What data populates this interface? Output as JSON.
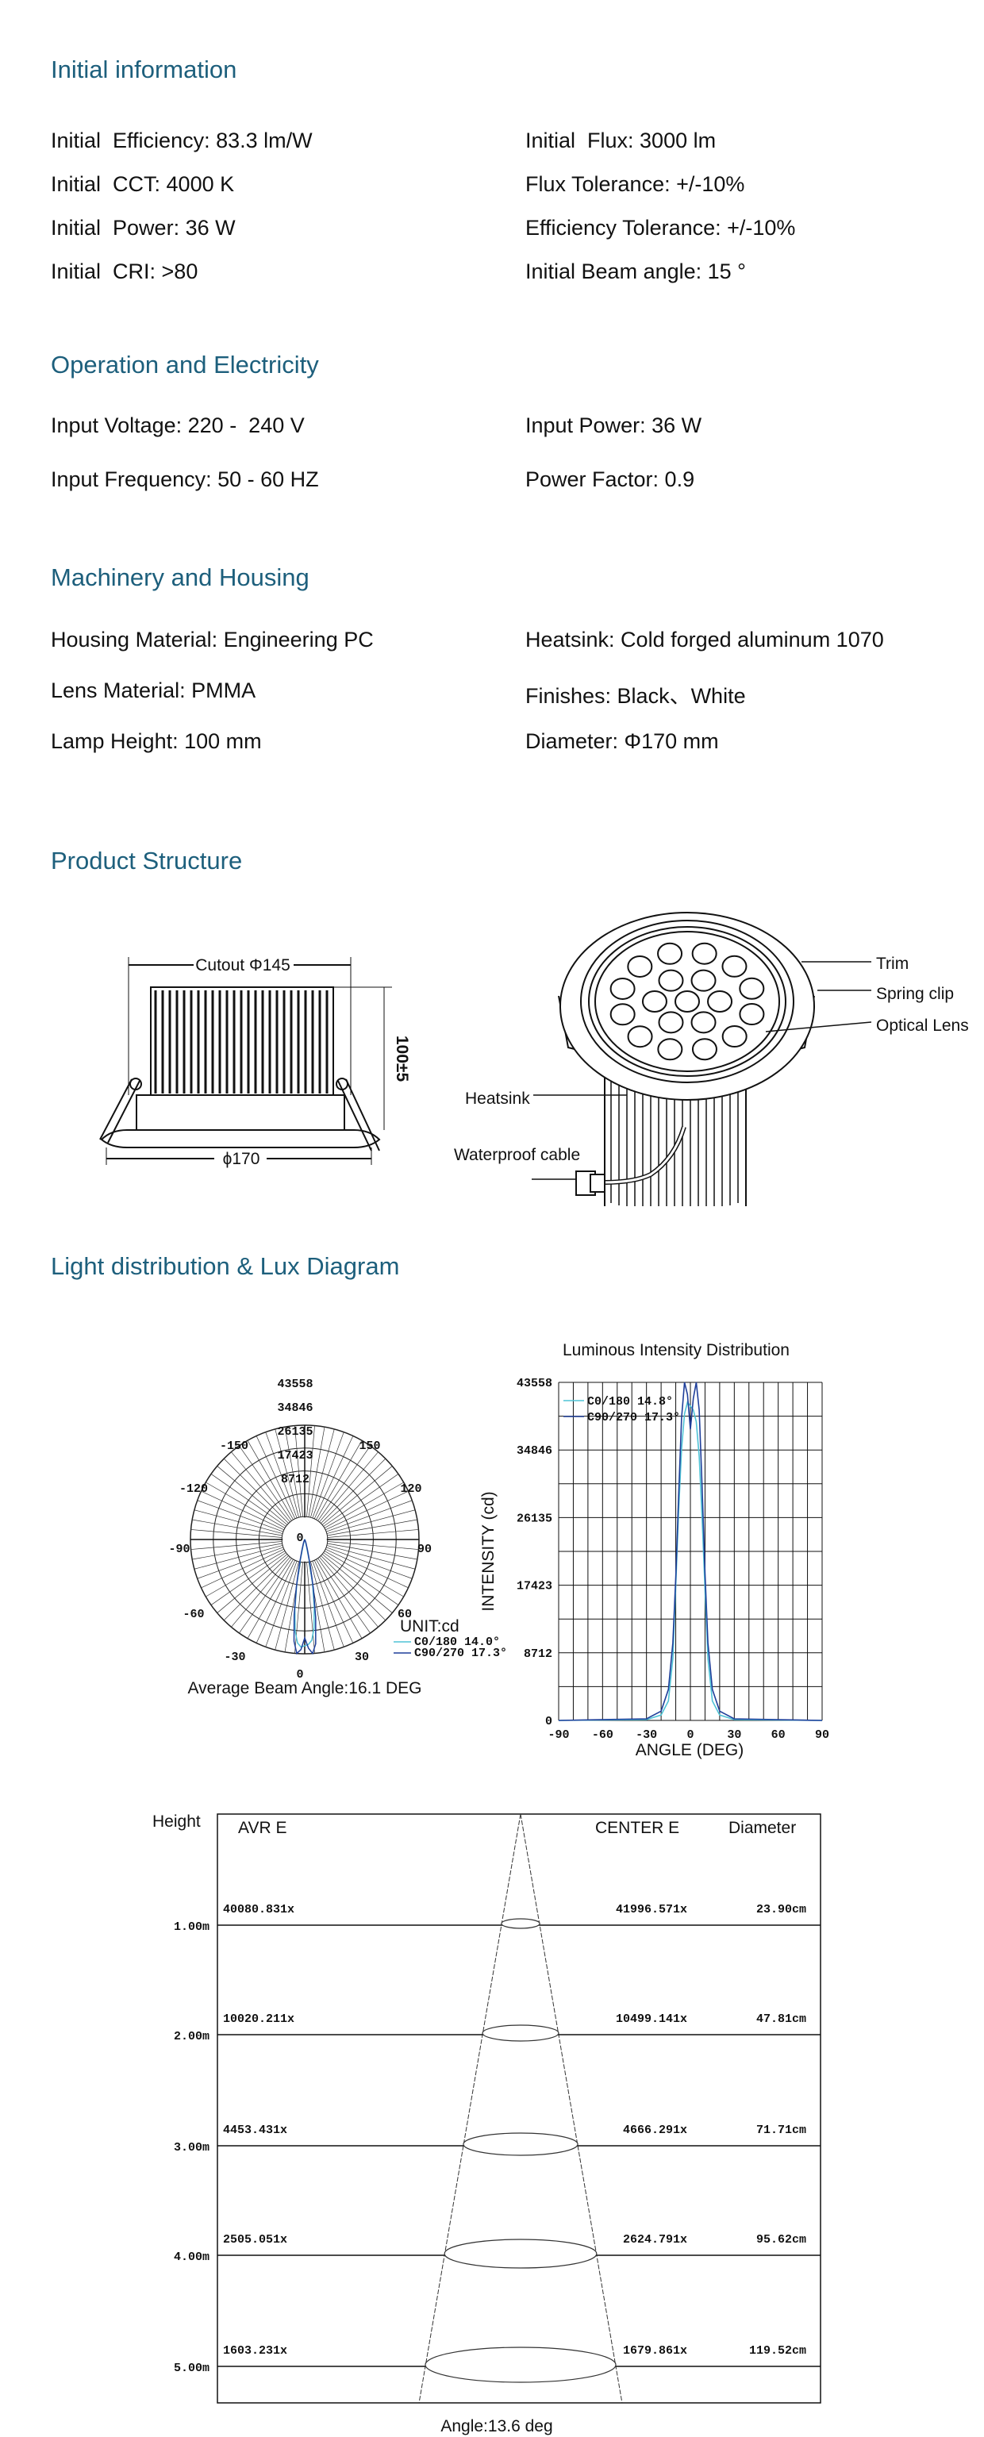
{
  "sections": {
    "initial": {
      "title": "Initial information",
      "left": [
        "Initial  Efficiency: 83.3 lm/W",
        "Initial  CCT: 4000 K",
        "Initial  Power: 36 W",
        "Initial  CRI: >80"
      ],
      "right": [
        "Initial  Flux: 3000 lm",
        "Flux Tolerance: +/-10%",
        "Efficiency Tolerance: +/-10%",
        "Initial Beam angle: 15 °"
      ]
    },
    "operation": {
      "title": "Operation and Electricity",
      "left": [
        "Input Voltage: 220 -  240 V",
        "Input Frequency: 50 - 60 HZ"
      ],
      "right": [
        "Input Power: 36 W",
        "Power Factor: 0.9"
      ]
    },
    "machinery": {
      "title": "Machinery and Housing",
      "left": [
        "Housing Material: Engineering PC",
        "Lens Material: PMMA",
        "Lamp Height: 100 mm"
      ],
      "right": [
        "Heatsink: Cold forged aluminum 1070",
        "Finishes: Black、White",
        "Diameter: Φ170 mm"
      ]
    },
    "structure": {
      "title": "Product Structure",
      "cutout": "Cutout Φ145",
      "height": "100±5",
      "diameter": "ϕ170",
      "callouts": {
        "trim": "Trim",
        "spring_clip": "Spring clip",
        "optical_lens": "Optical Lens",
        "heatsink": "Heatsink",
        "cable": "Waterproof cable"
      }
    },
    "light": {
      "title": "Light distribution & Lux Diagram"
    }
  },
  "colors": {
    "heading": "#1d5f7c",
    "c0": "#4fc3d6",
    "c90": "#1f3f9a"
  },
  "chart_data": [
    {
      "type": "polar",
      "unit_label": "UNIT:cd",
      "radial_ticks": [
        "8712",
        "17423",
        "26135",
        "34846",
        "43558"
      ],
      "radial_max": 43558,
      "angle_labels": [
        "-150",
        "150",
        "-120",
        "120",
        "-90",
        "90",
        "-60",
        "60",
        "-30",
        "30",
        "0"
      ],
      "center_label": "0",
      "caption": "Average Beam Angle:16.1 DEG",
      "series": [
        {
          "name": "C0/180 14.0°",
          "color": "#4fc3d6"
        },
        {
          "name": "C90/270 17.3°",
          "color": "#1f3f9a"
        }
      ]
    },
    {
      "type": "line",
      "title": "Luminous Intensity Distribution",
      "xlabel": "ANGLE (DEG)",
      "ylabel": "INTENSITY (cd)",
      "xlim": [
        -90,
        90
      ],
      "ylim": [
        0,
        43558
      ],
      "xticks": [
        "-90",
        "-60",
        "-30",
        "0",
        "30",
        "60",
        "90"
      ],
      "yticks": [
        "0",
        "8712",
        "17423",
        "26135",
        "34846",
        "43558"
      ],
      "grid": true,
      "legend": "top-left",
      "x": [
        -90,
        -30,
        -20,
        -15,
        -12,
        -10,
        -8,
        -6,
        -4,
        -2,
        0,
        2,
        4,
        6,
        8,
        10,
        12,
        15,
        20,
        30,
        90
      ],
      "series": [
        {
          "name": "C0/180 14.8°",
          "color": "#4fc3d6",
          "values": [
            0,
            100,
            700,
            2500,
            8000,
            17423,
            27000,
            35000,
            39500,
            41000,
            40500,
            40000,
            38500,
            34000,
            26000,
            17000,
            8000,
            2500,
            700,
            100,
            0
          ]
        },
        {
          "name": "C90/270 17.3°",
          "color": "#1f3f9a",
          "values": [
            0,
            200,
            1200,
            4000,
            10000,
            18500,
            29000,
            39000,
            43558,
            42000,
            37500,
            41500,
            43558,
            40000,
            30000,
            19000,
            10000,
            4000,
            1200,
            200,
            0
          ]
        }
      ]
    },
    {
      "type": "table",
      "headers": {
        "height": "Height",
        "avr": "AVR E",
        "center": "CENTER E",
        "diameter": "Diameter"
      },
      "rows": [
        {
          "height": "1.00m",
          "avr": "40080.831x",
          "center": "41996.571x",
          "diameter": "23.90cm"
        },
        {
          "height": "2.00m",
          "avr": "10020.211x",
          "center": "10499.141x",
          "diameter": "47.81cm"
        },
        {
          "height": "3.00m",
          "avr": "4453.431x",
          "center": "4666.291x",
          "diameter": "71.71cm"
        },
        {
          "height": "4.00m",
          "avr": "2505.051x",
          "center": "2624.791x",
          "diameter": "95.62cm"
        },
        {
          "height": "5.00m",
          "avr": "1603.231x",
          "center": "1679.861x",
          "diameter": "119.52cm"
        }
      ],
      "caption": "Angle:13.6 deg"
    }
  ]
}
